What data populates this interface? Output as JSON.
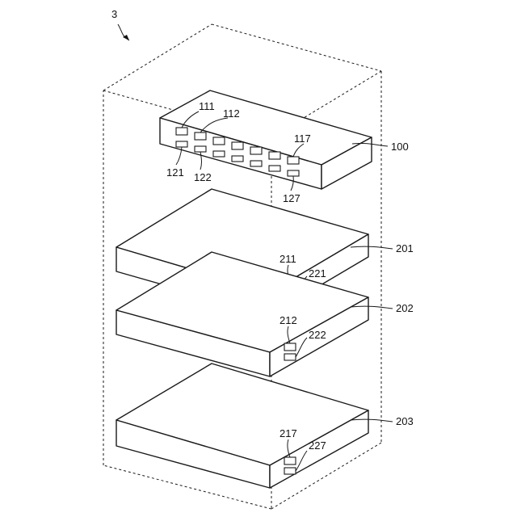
{
  "figure": {
    "ref": "3",
    "switch": {
      "ref": "100",
      "port_top_first": "111",
      "port_top_second": "112",
      "port_top_last": "117",
      "port_bottom_first": "121",
      "port_bottom_second": "122",
      "port_bottom_last": "127"
    },
    "node_1": {
      "ref": "201",
      "port_a": "211",
      "port_b": "221"
    },
    "node_2": {
      "ref": "202",
      "port_a": "212",
      "port_b": "222"
    },
    "node_3": {
      "ref": "203",
      "port_a": "217",
      "port_b": "227"
    }
  }
}
